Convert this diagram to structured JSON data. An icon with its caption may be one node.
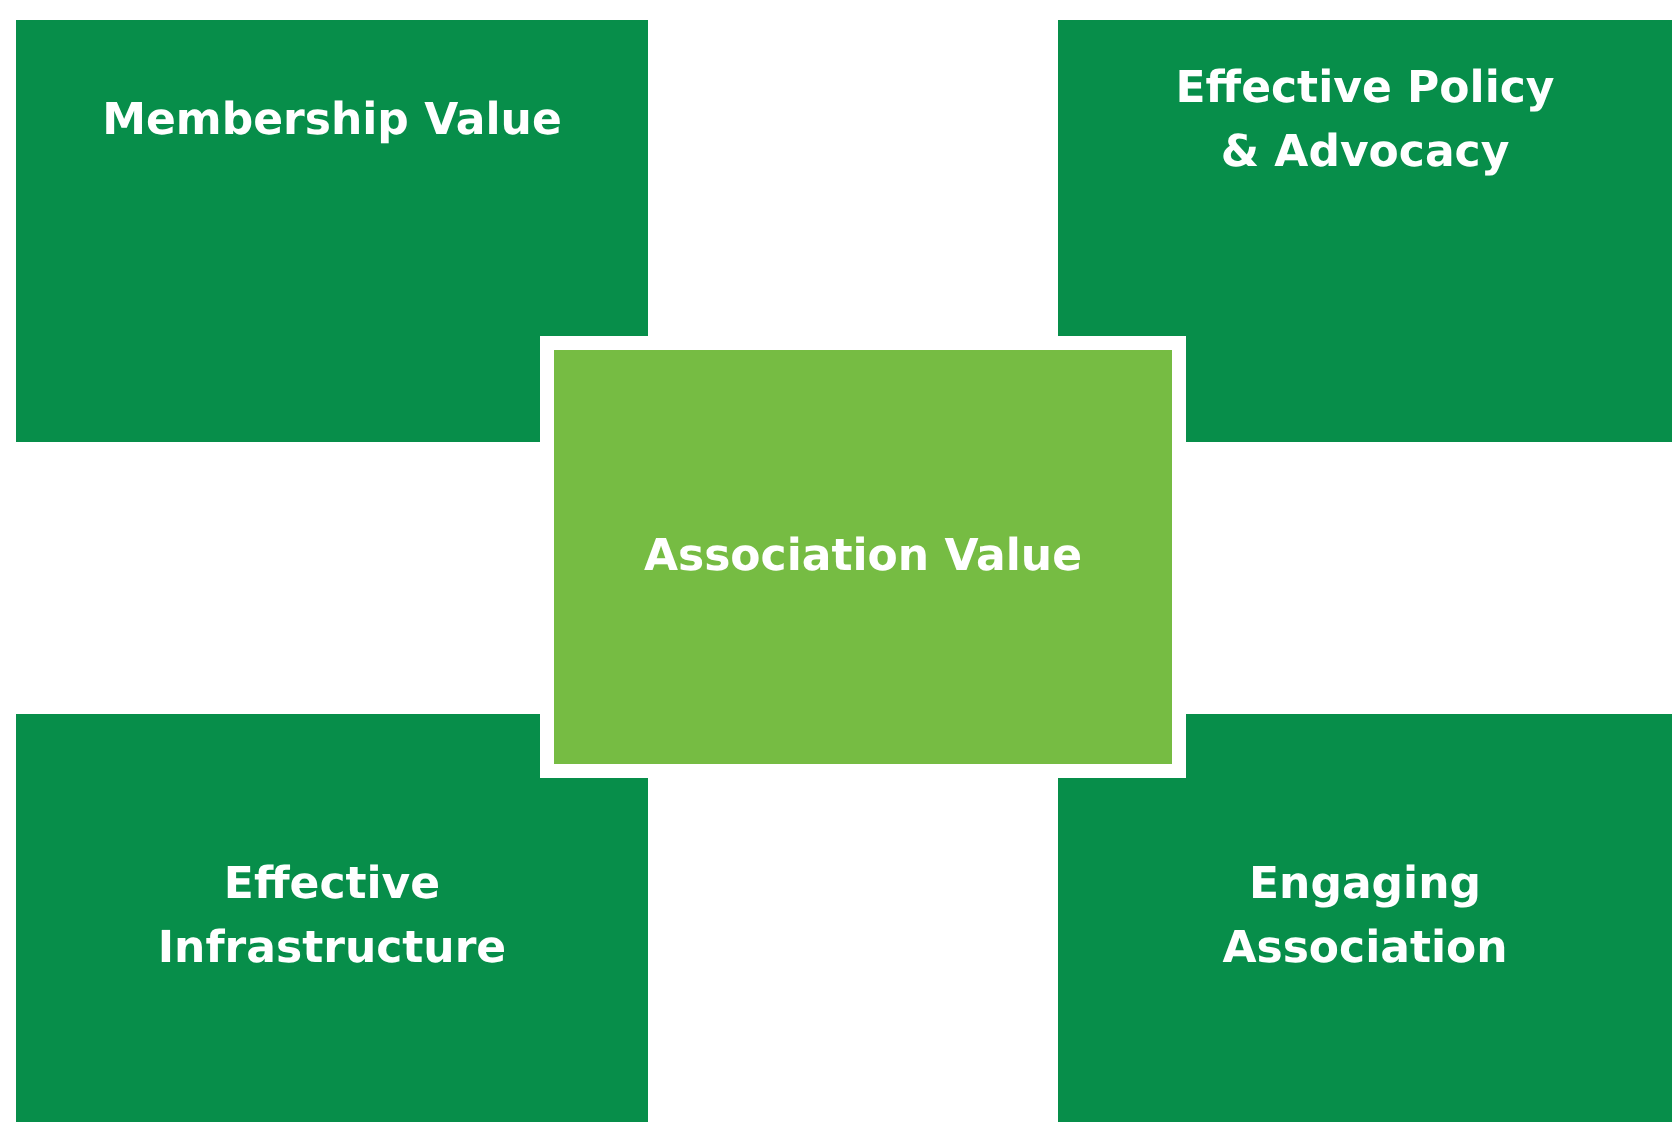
{
  "diagram": {
    "nodes": [
      {
        "text": [
          "Membership Value"
        ]
      },
      {
        "text": [
          "Effective Policy & Advocacy"
        ]
      },
      {
        "text": [
          "Association Value"
        ]
      },
      {
        "text": [
          "Effective Infrastructure"
        ]
      },
      {
        "text": [
          "Engaging Association"
        ]
      }
    ]
  }
}
